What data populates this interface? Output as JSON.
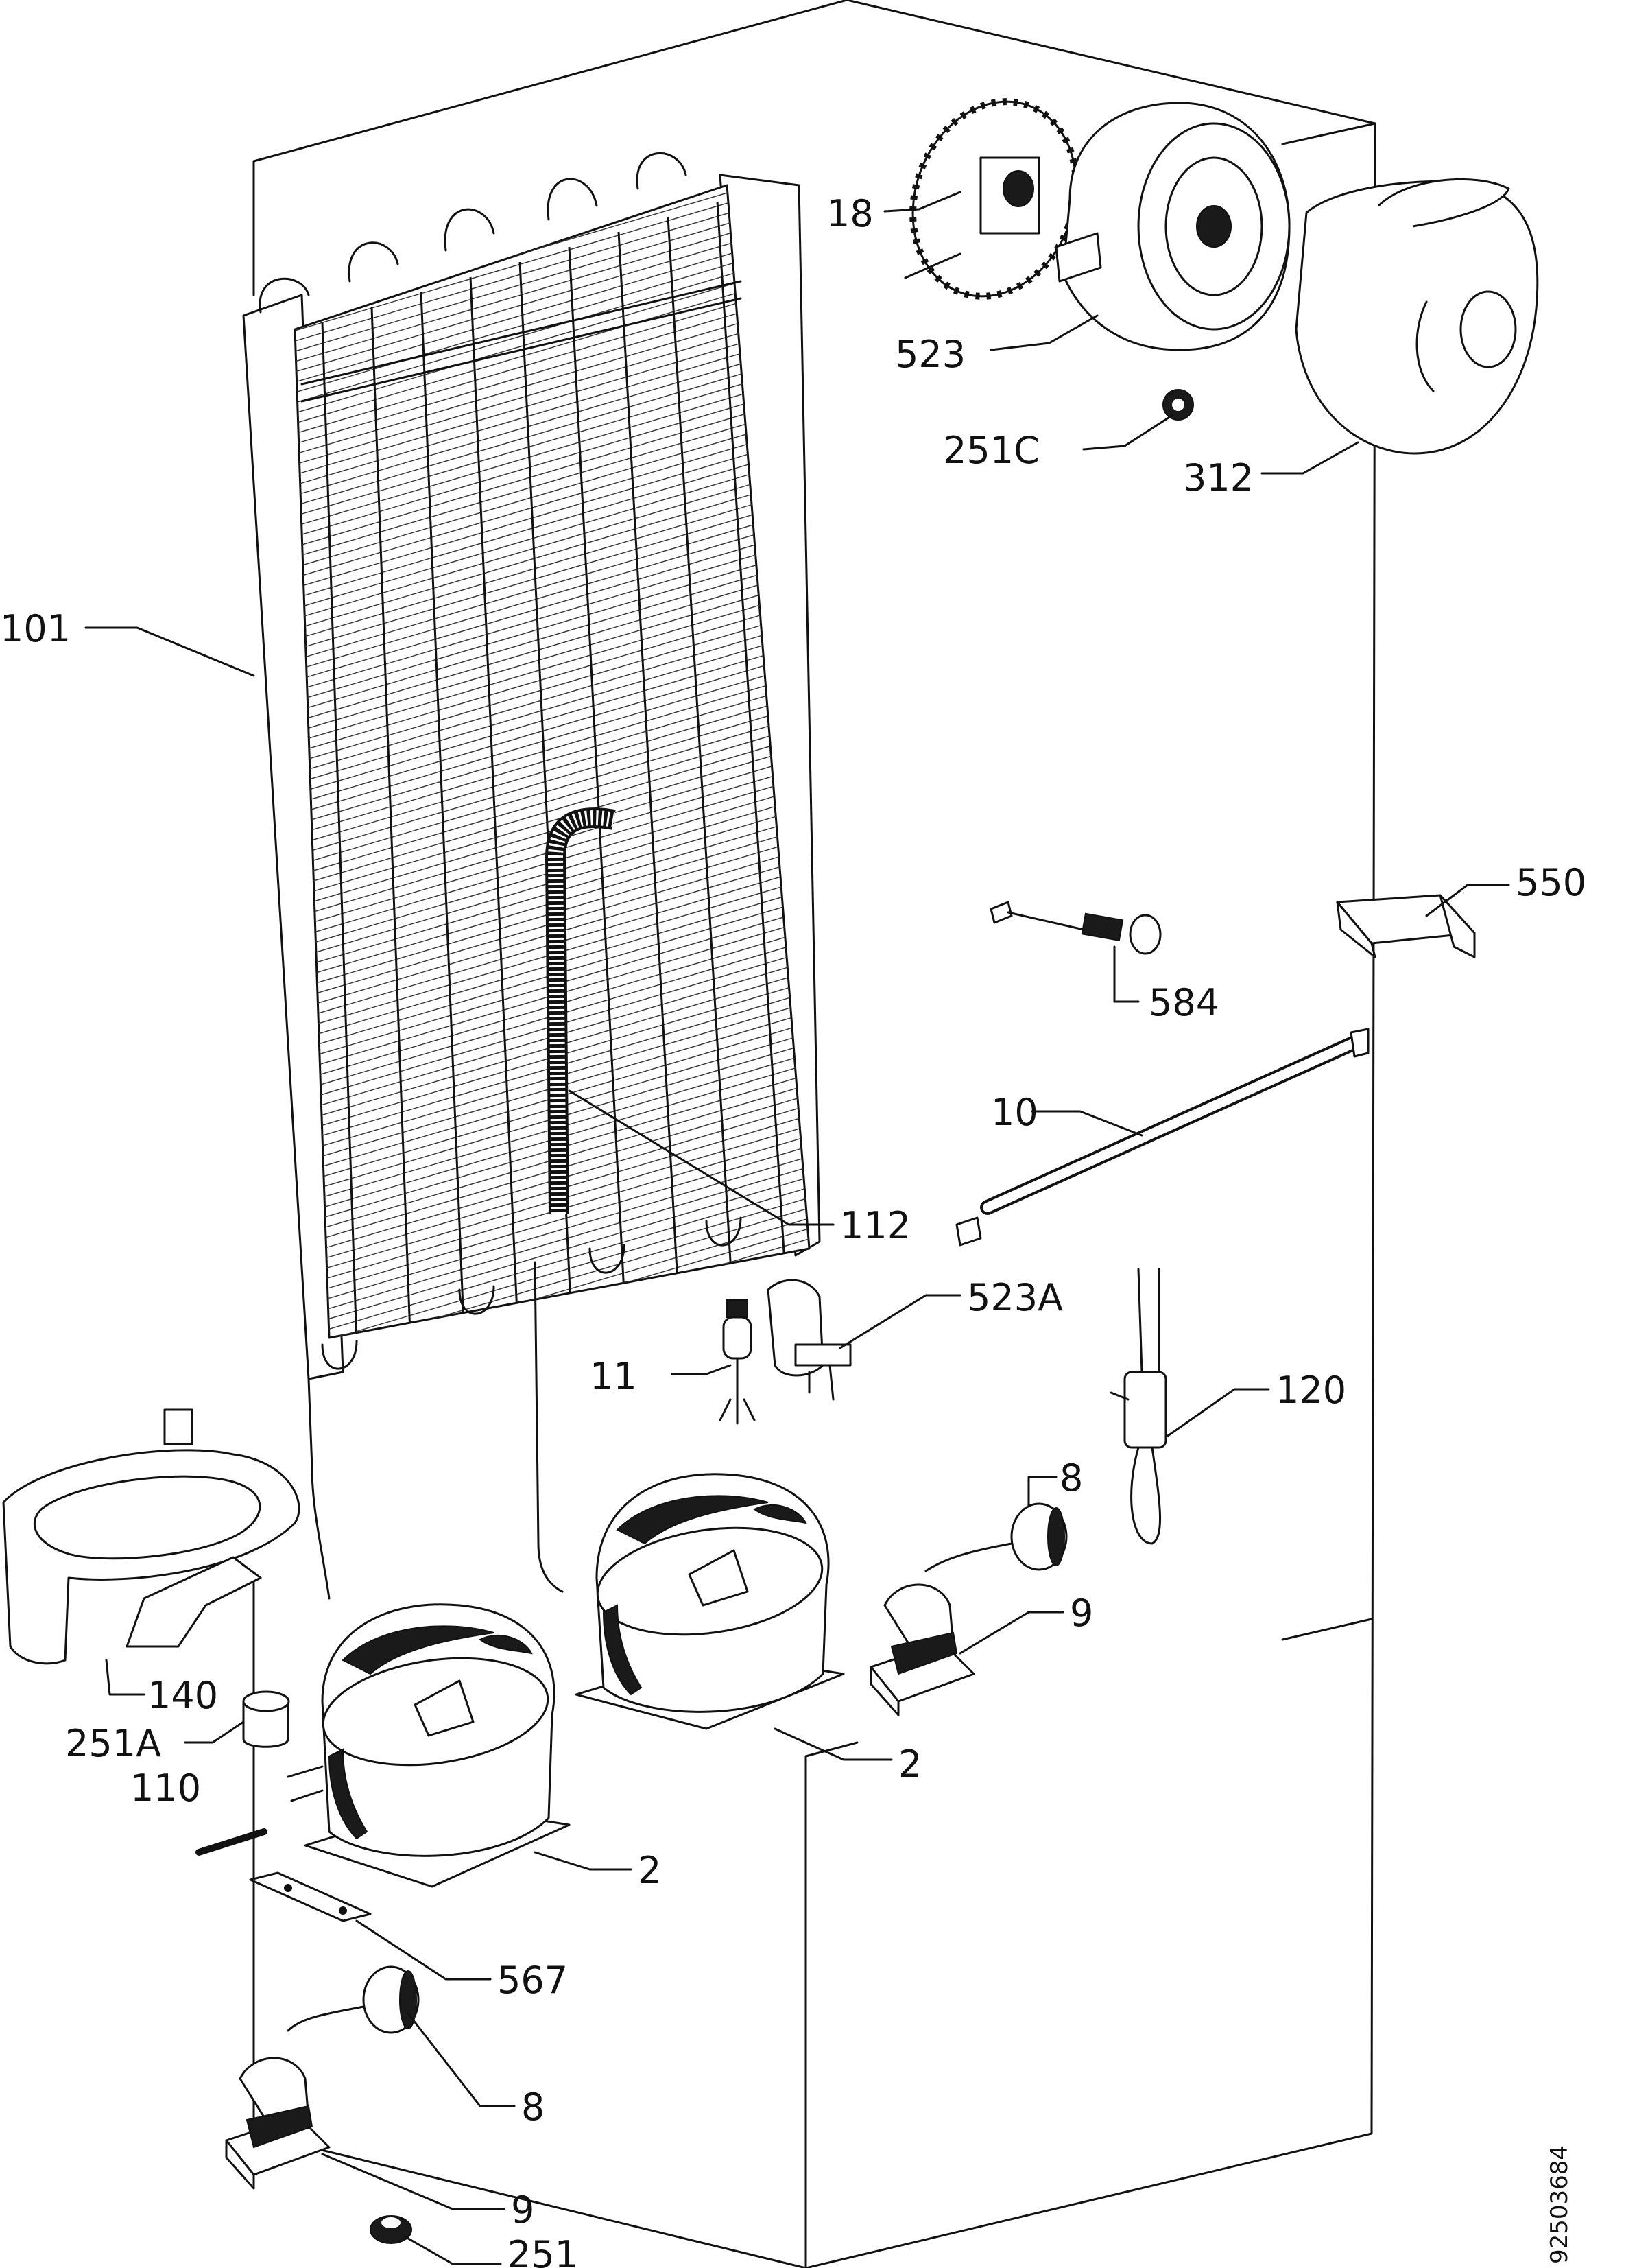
{
  "labels": {
    "p18": "18",
    "p523": "523",
    "p251c": "251C",
    "p312": "312",
    "p101": "101",
    "p550": "550",
    "p584": "584",
    "p10": "10",
    "p112": "112",
    "p523a": "523A",
    "p11": "11",
    "p120": "120",
    "p8_upper": "8",
    "p9_upper": "9",
    "p2_right": "2",
    "p140": "140",
    "p251a": "251A",
    "p110": "110",
    "p2_left": "2",
    "p567": "567",
    "p8_lower": "8",
    "p9_lower": "9",
    "p251": "251"
  },
  "drawing_code": "92503684"
}
